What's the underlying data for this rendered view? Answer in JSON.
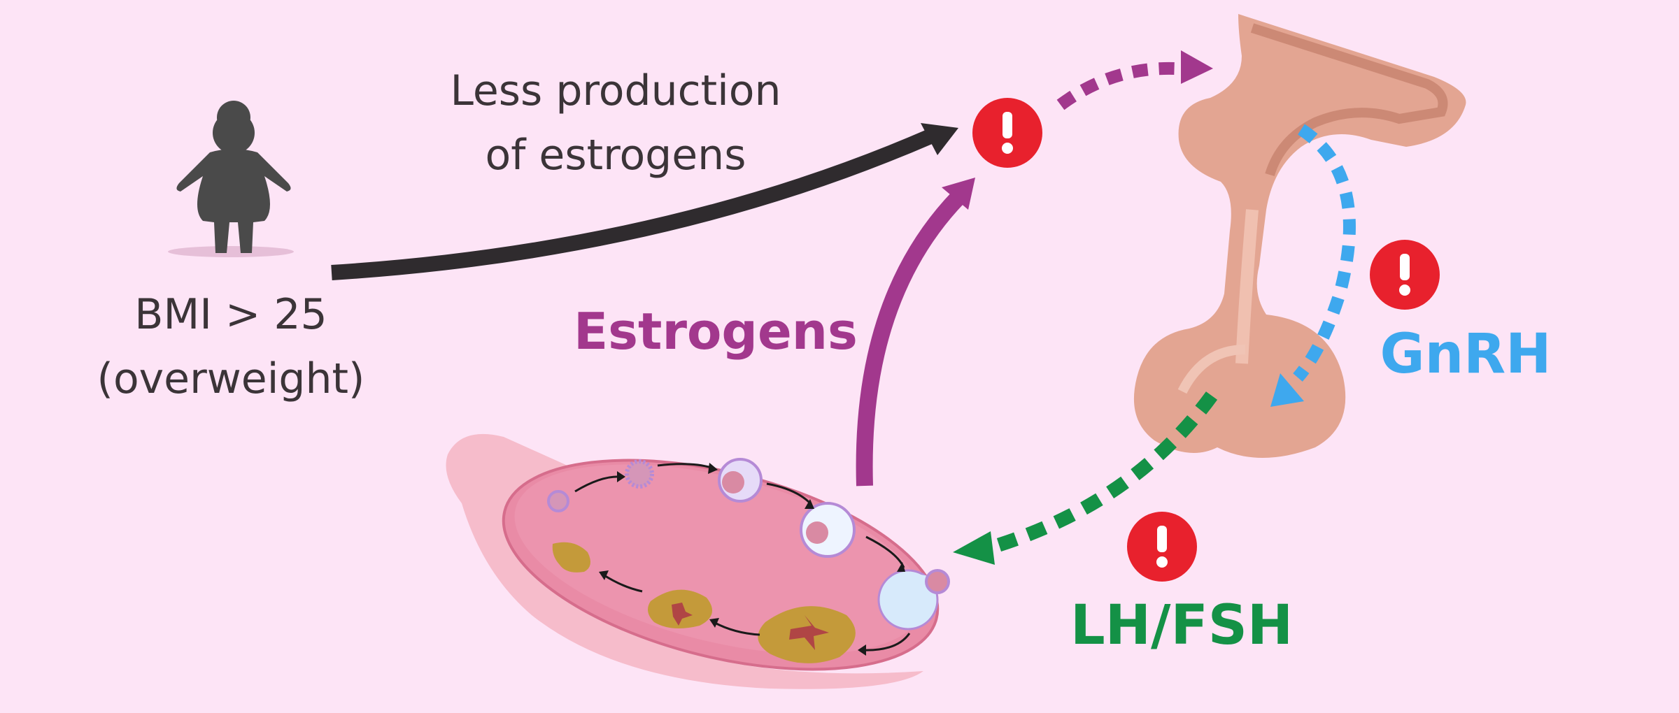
{
  "texts": {
    "less_production": "Less production\nof estrogens",
    "bmi": "BMI > 25\n(overweight)",
    "estrogens": "Estrogens",
    "gnrh": "GnRH",
    "lh_fsh": "LH/FSH"
  },
  "colors": {
    "background": "#fde4f6",
    "black_arrow": "#2f2b2e",
    "estrogen_arrow": "#a2388d",
    "gnrh_arrow": "#3ea8ee",
    "lhfsh_arrow": "#149146",
    "alert_red": "#e8212d",
    "pituitary": "#e3a592",
    "ovary": "#e98ba6",
    "figure": "#4a4a4a"
  },
  "icons": {
    "alert": "exclamation-circle-icon",
    "person": "overweight-woman-icon"
  }
}
